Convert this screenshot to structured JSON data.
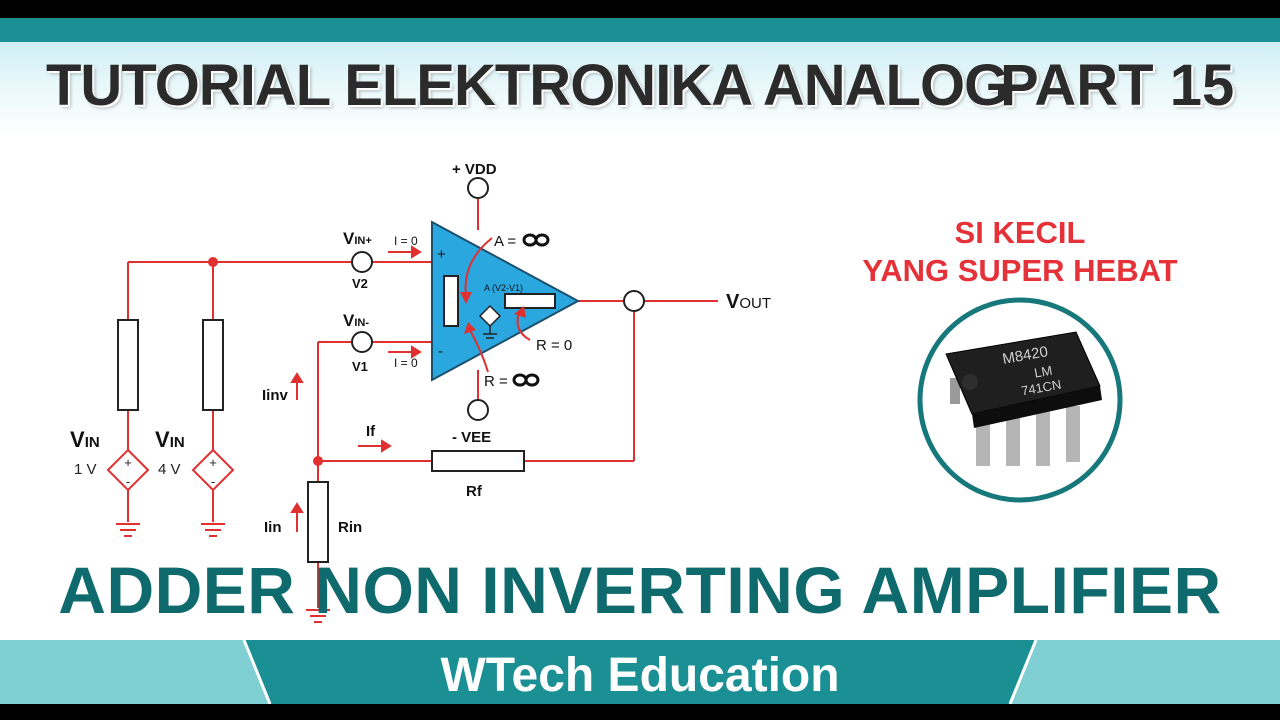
{
  "header": {
    "title": "TUTORIAL ELEKTRONIKA ANALOG",
    "part": "PART 15"
  },
  "circuit": {
    "vdd_label": "+ VDD",
    "vee_label": "- VEE",
    "vin_plus_main": "V",
    "vin_plus_sub": "IN+",
    "vin_minus_main": "V",
    "vin_minus_sub": "IN-",
    "v2": "V2",
    "v1": "V1",
    "i_zero_top": "I = 0",
    "i_zero_bottom": "I = 0",
    "plus_sign": "+",
    "minus_sign": "-",
    "gain": "A =",
    "gain_expr": "A (V2-V1)",
    "r_out": "R = 0",
    "r_in": "R =",
    "vout_main": "V",
    "vout_sub": "OUT",
    "iinv": "Iinv",
    "if": "If",
    "rf": "Rf",
    "iin": "Iin",
    "rin": "Rin",
    "source1_main": "V",
    "source1_sub": "IN",
    "source1_value": "1 V",
    "source2_main": "V",
    "source2_sub": "IN",
    "source2_value": "4 V",
    "src_plus": "+",
    "src_minus": "-"
  },
  "slogan": {
    "line1": "SI KECIL",
    "line2": "YANG SUPER HEBAT"
  },
  "chip": {
    "marking_line1": "M8420",
    "marking_line2": "LM",
    "marking_line3": "741CN"
  },
  "main_title": "ADDER NON INVERTING AMPLIFIER",
  "footer": {
    "label": "WTech Education"
  },
  "colors": {
    "teal": "#1a8f94",
    "red": "#e53238",
    "wire": "#e03030",
    "opamp": "#2aa7de",
    "title_teal": "#0f6a6e"
  }
}
